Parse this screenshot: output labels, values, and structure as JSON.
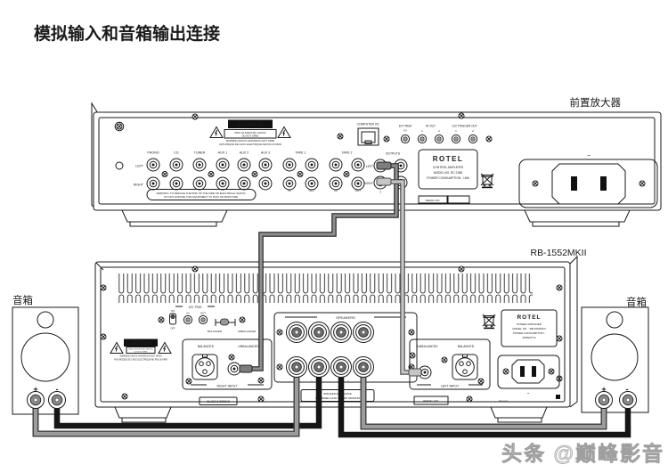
{
  "text": {
    "title": "模拟输入和音箱输出连接",
    "preamp_name": "前置放大器",
    "amp_name": "RB-1552MKII",
    "speaker_left": "音箱",
    "speaker_right": "音箱",
    "watermark": "头条 @巅峰影音"
  },
  "caution": {
    "title": "CAUTION",
    "sub1": "RISK OF ELECTRIC SHOCK",
    "sub2": "DO NOT OPEN",
    "warn1": "WARNING:SHOCK HAZARD-DO NOT OPEN",
    "warn2": "AVIS:RISQUE DE CHOC ELECTRIQUE-NE PAS OUVRIR"
  },
  "preamp": {
    "left": "LEFT",
    "right": "RIGHT",
    "inputs": [
      "PHONO",
      "CD",
      "TUNER",
      "AUX 1",
      "AUX 2",
      "AUX 3",
      "TAPE 1",
      "TAPE 2"
    ],
    "io": [
      "IN",
      "OUT",
      "IN",
      "OUT"
    ],
    "warning1": "WARNING: TO REDUCE THE RISK OF THE FIRE OR ELECTRICAL SHOCK,",
    "warning2": "DO NOT EXPOSE THIS EQUIPMENT TO RAIN OR MOISTURE.",
    "computer_io": "COMPUTER I/O",
    "ext_rem": "EXT REM",
    "ir_out": "IR OUT",
    "trigger": "12V TRIGGER OUT",
    "one": "1",
    "two": "2",
    "outputs": "OUTPUTS",
    "brand": "ROTEL",
    "brand1": "CONTROL AMPLIFIER",
    "brand2": "MODEL NO. RC-1580",
    "brand3": "POWER CONSUMPTION : 15W",
    "serial": "SERIAL NO.",
    "ac": "~"
  },
  "amp": {
    "trig": "12V TRIG",
    "in": "IN",
    "out": "OUT",
    "on": "ON",
    "off": "OFF",
    "balanced": "BALANCED",
    "unbalanced": "UNBALANCED",
    "right_input": "RIGHT INPUT",
    "left_input": "LEFT INPUT",
    "speakers": "SPEAKERS",
    "pol": [
      "+",
      "-",
      "-",
      "+"
    ],
    "imp1": "SPEAKER IMPEDANCE",
    "imp2": "COMBINED LOAD 4 OHMS MINIMUM",
    "brand": "ROTEL",
    "brand1": "POWER AMPLIFIER",
    "brand2": "MODEL NO. : RB-1552MKII",
    "brand3": "POWER CONSUMPTION :",
    "brand4": "400WATTS",
    "serial": "SERIAL NO.",
    "class2": "CLASS 2 WIRING",
    "part": "RP-543",
    "ac": "~"
  },
  "terminals": {
    "plus": "+",
    "minus": "-"
  },
  "colors": {
    "line": "#1a1a1a",
    "cable_dark": "#8f8f8f",
    "cable_light": "#c6c6c6",
    "wire_black": "#161616",
    "wire_gray": "#9c9c9c"
  }
}
